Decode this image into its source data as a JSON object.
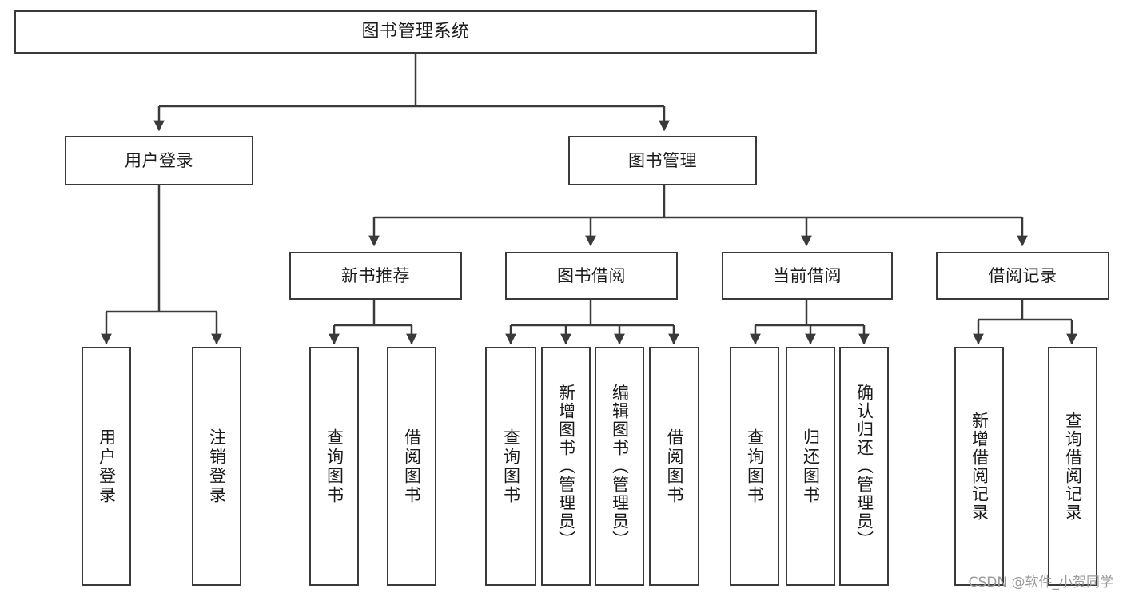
{
  "diagram": {
    "title": "图书管理系统",
    "type": "tree",
    "watermark": "CSDN @软件_小贺同学",
    "line_color": "#3a3a3a",
    "box_fill": "#ffffff",
    "text_color": "#1b1b1b"
  },
  "nodes": {
    "root": {
      "label": "图书管理系统"
    },
    "level2": [
      {
        "label": "用户登录"
      },
      {
        "label": "图书管理"
      }
    ],
    "level3": [
      {
        "label": "新书推荐"
      },
      {
        "label": "图书借阅"
      },
      {
        "label": "当前借阅"
      },
      {
        "label": "借阅记录"
      }
    ],
    "leaves": {
      "user_login": [
        {
          "label": "用户登录"
        },
        {
          "label": "注销登录"
        }
      ],
      "new_book": [
        {
          "label": "查询图书"
        },
        {
          "label": "借阅图书"
        }
      ],
      "borrow_book": [
        {
          "label": "查询图书"
        },
        {
          "label": "新增图书（管理员）"
        },
        {
          "label": "编辑图书（管理员）"
        },
        {
          "label": "借阅图书"
        }
      ],
      "current_borrow": [
        {
          "label": "查询图书"
        },
        {
          "label": "归还图书"
        },
        {
          "label": "确认归还（管理员）"
        }
      ],
      "borrow_record": [
        {
          "label": "新增借阅记录"
        },
        {
          "label": "查询借阅记录"
        }
      ]
    }
  }
}
